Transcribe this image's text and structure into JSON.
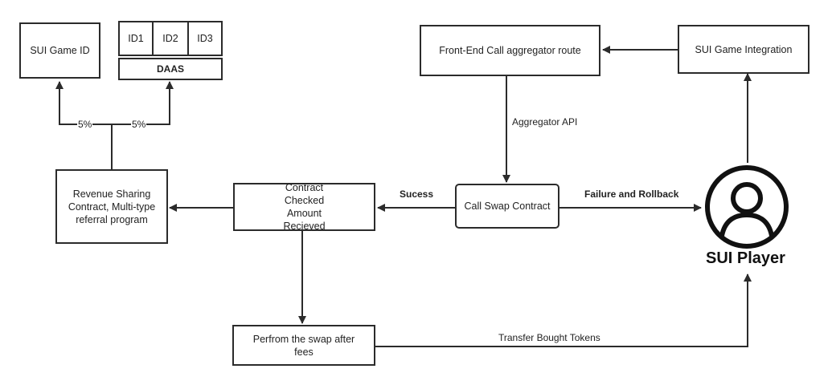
{
  "nodes": {
    "game_id": "SUI Game ID",
    "id1": "ID1",
    "id2": "ID2",
    "id3": "ID3",
    "daas": "DAAS",
    "frontend": "Front-End Call aggregator route",
    "integration": "SUI Game Integration",
    "revenue": "Revenue Sharing Contract, Multi-type referral program",
    "checked": "Contract Checked Amount Recieved",
    "swap": "Call Swap Contract",
    "perform": "Perfrom the swap after fees",
    "player": "SUI Player"
  },
  "edge_labels": {
    "pct_left": "5%",
    "pct_right": "5%",
    "aggregator_api": "Aggregator API",
    "success": "Sucess",
    "failure": "Failure and Rollback",
    "transfer": "Transfer Bought Tokens"
  },
  "icons": {
    "player": "user-circle-icon"
  }
}
